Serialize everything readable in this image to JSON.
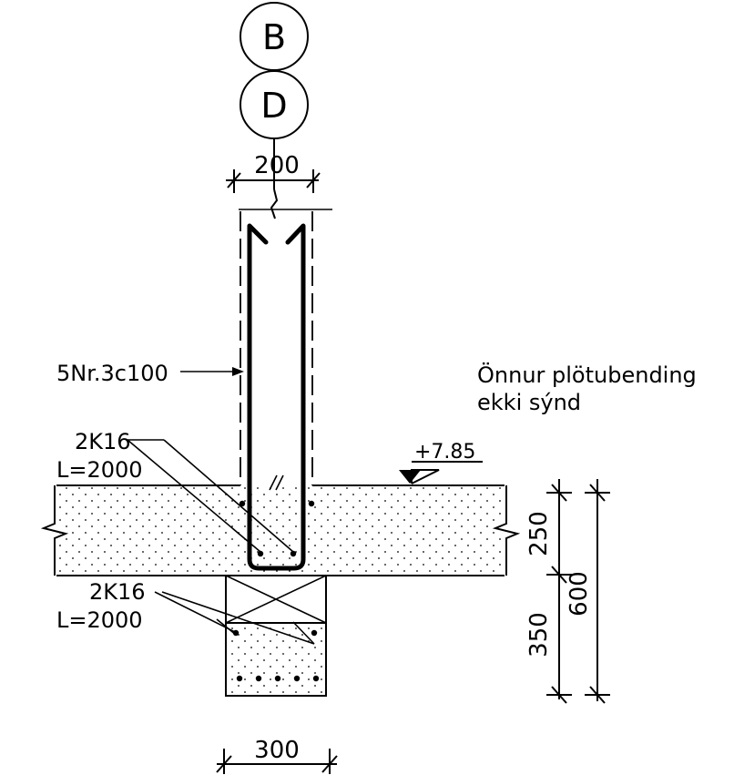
{
  "grid_bubbles": [
    {
      "label": "B"
    },
    {
      "label": "D"
    }
  ],
  "dimensions": {
    "wall_width": "200",
    "footing_width": "300",
    "slab_depth": "250",
    "footing_depth": "350",
    "total_depth": "600"
  },
  "labels": {
    "stirrups": "5Nr.3c100",
    "slab_bars_count": "2K16",
    "slab_bars_length": "L=2000",
    "footing_bars_count": "2K16",
    "footing_bars_length": "L=2000",
    "level": "+7.85",
    "note_line1": "Önnur plötubending",
    "note_line2": "ekki sýnd"
  },
  "colors": {
    "line": "#000000",
    "background": "#ffffff"
  }
}
